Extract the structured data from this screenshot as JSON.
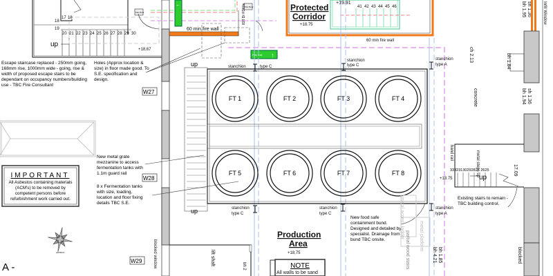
{
  "drawing": {
    "sheet_label": "A -",
    "compass_label": "APPROX",
    "stair_top_left": {
      "steps_top": [
        "17",
        "18"
      ],
      "steps_side": [
        "18",
        "19"
      ],
      "steps_bottom": [
        "20",
        "21",
        "22",
        "23",
        "24",
        "25",
        "26",
        "27",
        "28",
        "29",
        "30"
      ],
      "up_label": "up",
      "level": "+18,67"
    },
    "fire_wall_label_1": "60 min fire wall",
    "fire_wall_label_2": "60 min fire wall",
    "door_tag_1": "Fire Door",
    "door_tag_2": "Fire Door",
    "door_code": "838 Dr FD60s",
    "exit_sign_label": "Fire exit",
    "protected_corridor": {
      "title_1": "Protected",
      "title_2": "Corridor",
      "level": "+18.75",
      "upper_level": "+19.91"
    },
    "corridor_stair_steps": [
      "41",
      "42",
      "43",
      "44",
      "45",
      "46"
    ],
    "notes": {
      "escape_stair": "Escape staircase replaced - 250mm going, 168mm rise, 1000mm wide - going, rise & width of proposed escape stairs to be dependant on occupancy numbers/building use - TBC Fire Consultant",
      "holes": "Holes (Approx location & size) in floor made good. To S.E. specification and design.",
      "mezzanine": "New metal grate mezzanine to access fermentation tanks with 1.1m guard rail",
      "tanks": "8 x Fermentation tanks with size, loading, location and floor fixing details TBC S.E.",
      "bund": "New food safe containment bund. Designed and detailed by specialist. Drainage from bund TBC onsite.",
      "existing_stairs": "Existing stairs to remain - TBC building control."
    },
    "important": {
      "title": "IMPORTANT",
      "body": "All Asbestos containing materials (ACM's) to be removed by competent persons before refurbishment work carried out."
    },
    "window_tags": [
      "W27",
      "W28",
      "W29"
    ],
    "tanks": [
      "FT 1",
      "FT 2",
      "FT 3",
      "FT 4",
      "FT 5",
      "FT 6",
      "FT 7",
      "FT 8"
    ],
    "stanchions": {
      "top_left": {
        "name": "stanchion",
        "type": "type C"
      },
      "top_mid": {
        "name": "stanchion",
        "type": "type C"
      },
      "top_right": {
        "name": "stanchion",
        "type": "type A"
      },
      "bottom_left": {
        "name": "stanchion",
        "type": "type C"
      },
      "bottom_mid": {
        "name": "stanchion",
        "type": "type C"
      },
      "bottom_right": {
        "name": "stanchion",
        "type": "type A"
      }
    },
    "mezzanine_up": "up",
    "production_area": {
      "title_1": "Production",
      "title_2": "Area",
      "level": "+18,75"
    },
    "note_box": {
      "title": "NOTE",
      "body": "All walls to be sand"
    },
    "right_side": {
      "ch": "ch 2.13",
      "concrete": "concrete",
      "sh_bh_1": "sh 1.36",
      "sh_bh_1b": "bh 1.95",
      "bh_184": "bh 1.84",
      "sh_bh_2": "sh 1.36",
      "sh_bh_2b": "bh 1.94",
      "infill": "Infill Window",
      "hand_rail": "hand rail",
      "metal_steps": "metal steps up",
      "stair_numbers": "33323130292827 2625",
      "stair_up": "up",
      "stair_level": "+18.75",
      "dim": "17.09",
      "blocked": "blocked",
      "bh_185": "bh 1.85",
      "bh_421": "bh 4.21",
      "metal_platform": "metal platform",
      "partial_wood_stairs": "partial wood stairs",
      "metal_access_ladder": "metal access ladder"
    },
    "blocked_window": "blocked window",
    "lift_shaft": "lift shaft",
    "bh_2": "bh 2"
  }
}
